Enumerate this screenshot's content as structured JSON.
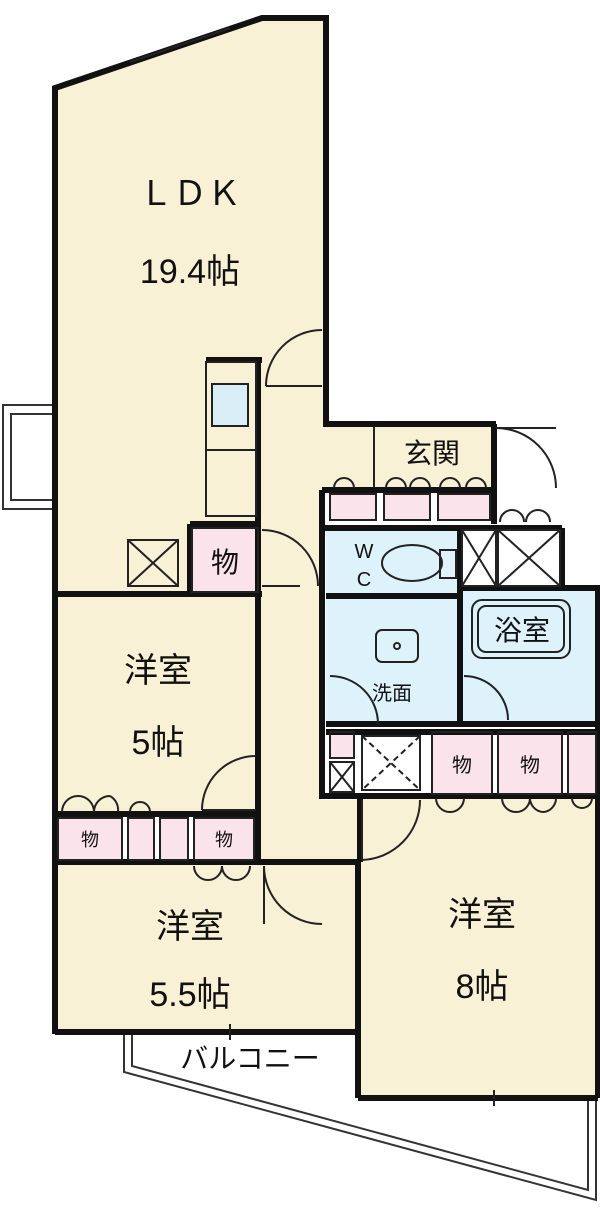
{
  "rooms": {
    "ldk": {
      "name": "ＬＤＫ",
      "size": "19.4帖"
    },
    "western_5": {
      "name": "洋室",
      "size": "5帖"
    },
    "western_55": {
      "name": "洋室",
      "size": "5.5帖"
    },
    "western_8": {
      "name": "洋室",
      "size": "8帖"
    },
    "entrance": {
      "name": "玄関"
    },
    "bath": {
      "name": "浴室"
    },
    "wc": {
      "line1": "W",
      "line2": "C"
    },
    "washroom": {
      "name": "洗面"
    },
    "balcony": {
      "name": "バルコニー"
    }
  },
  "storage": {
    "ldk": "物",
    "row1_left": "物",
    "row1_right": "物",
    "east_a": "物",
    "east_b": "物"
  },
  "colors": {
    "wall": "#111111",
    "room_fill": "#f8f1d5",
    "wet_fill": "#ddf2fb",
    "storage_fill": "#fbe3ec",
    "kitchen_fill": "#d9eef6"
  }
}
